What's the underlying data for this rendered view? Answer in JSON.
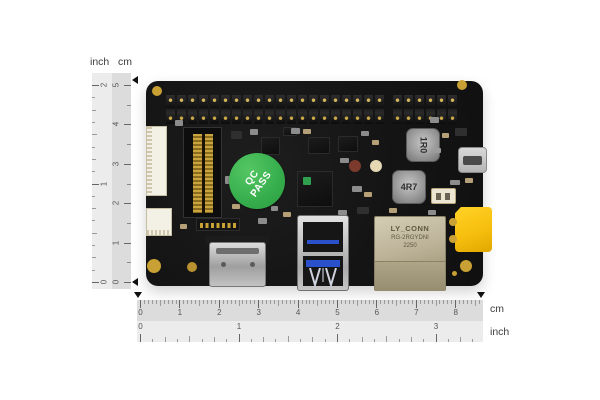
{
  "scene": {
    "type": "product-photo",
    "subject": "black single-board computer photographed on white background with cm and inch rulers",
    "background_color": "#ffffff"
  },
  "vertical_ruler": {
    "header_inch": "inch",
    "header_cm": "cm",
    "cm_marks": [
      5,
      4,
      3,
      2,
      1,
      0
    ],
    "inch_marks": [
      2,
      1,
      0
    ]
  },
  "horizontal_ruler": {
    "cm_marks": [
      0,
      1,
      2,
      3,
      4,
      5,
      6,
      7,
      8
    ],
    "inch_marks": [
      0,
      1,
      2,
      3
    ],
    "cm_label": "cm",
    "inch_label": "inch"
  },
  "board": {
    "qc_sticker": {
      "line1": "QC",
      "line2": "PASS",
      "color": "#36ad4c"
    },
    "inductor_top_label": "1R0",
    "inductor_bottom_label": "4R7",
    "ethernet_jack": {
      "line1": "LY_CONN",
      "line2": "RG-2RGYDNI",
      "line3": "2250"
    },
    "colors": {
      "pcb": "#151515",
      "gold": "#c8a033",
      "usb_blue": "#2a50cc",
      "power_yellow": "#f7bf0e"
    }
  }
}
